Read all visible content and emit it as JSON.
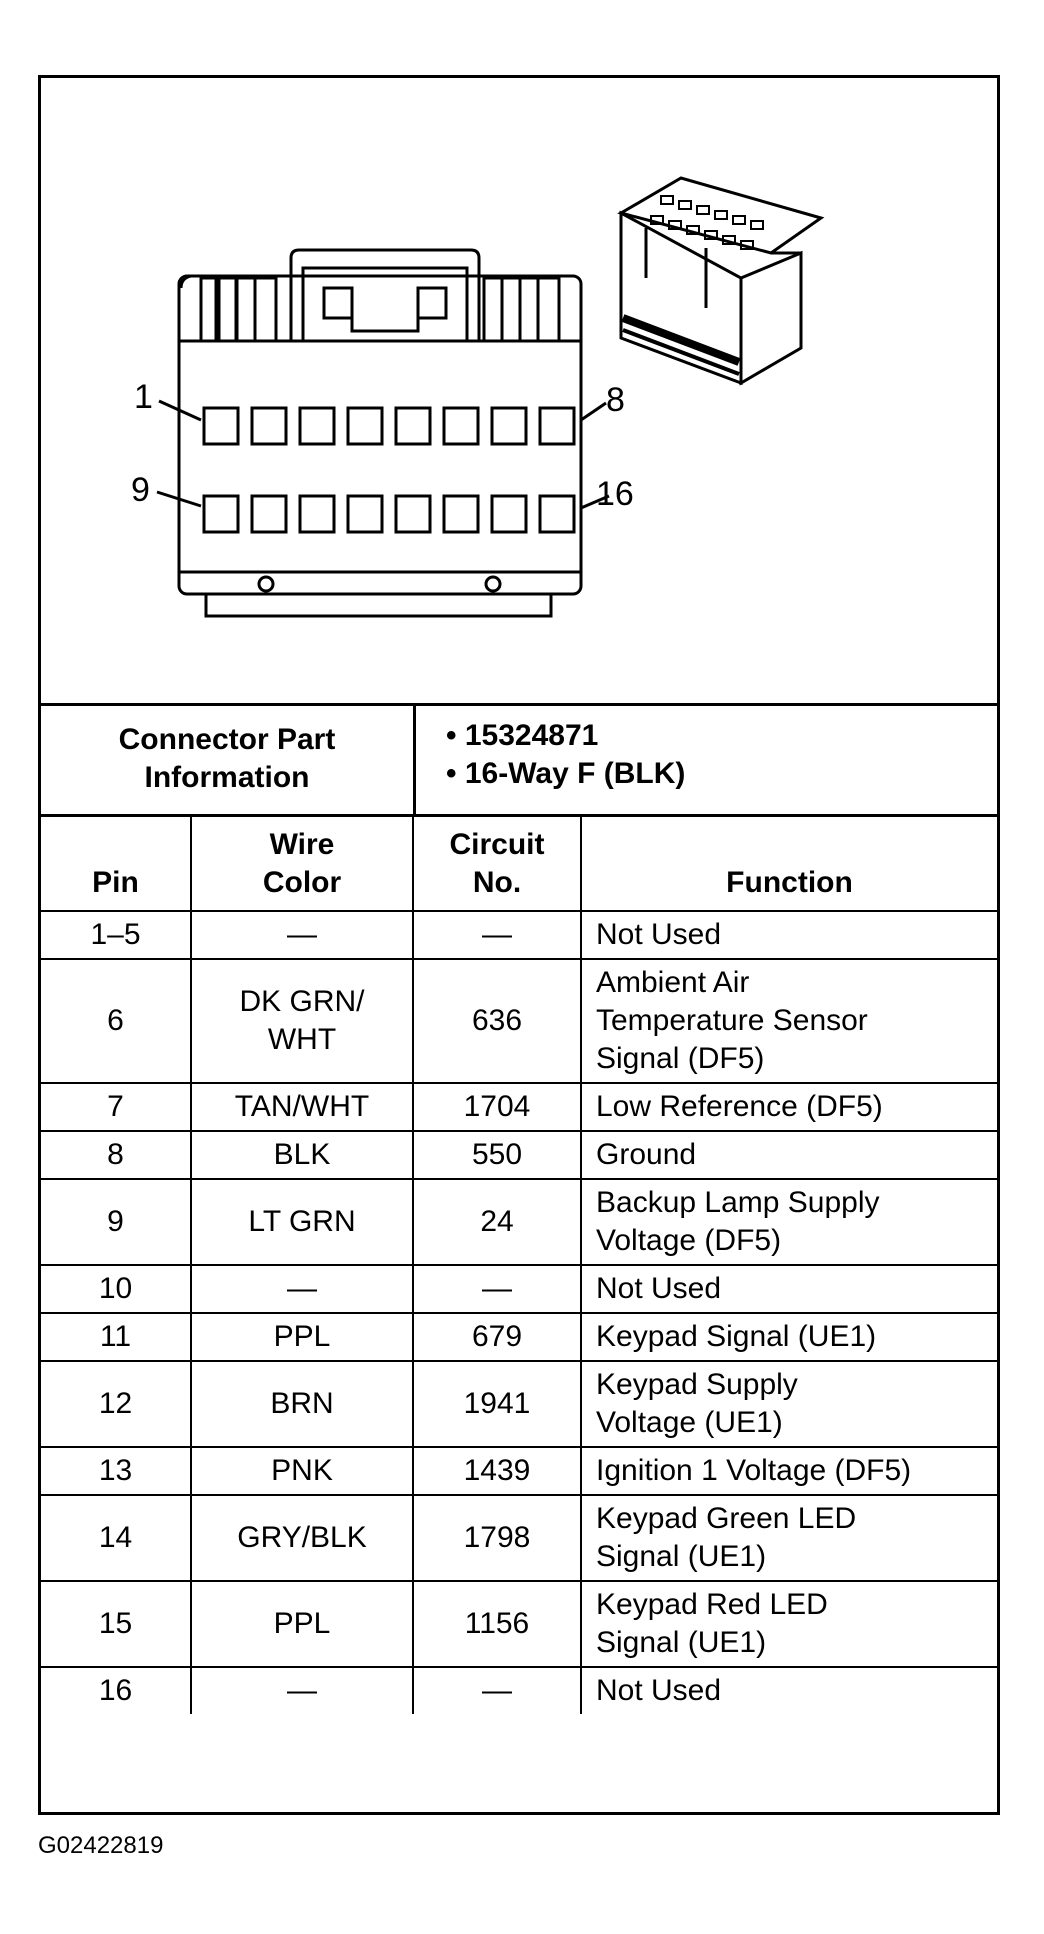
{
  "diagram": {
    "pin_labels": [
      "1",
      "8",
      "9",
      "16"
    ]
  },
  "connector_info": {
    "label_line1": "Connector Part",
    "label_line2": "Information",
    "items": [
      "• 15324871",
      "• 16-Way F (BLK)"
    ]
  },
  "table": {
    "headers": {
      "pin": "Pin",
      "wire_color_line1": "Wire",
      "wire_color_line2": "Color",
      "circuit_line1": "Circuit",
      "circuit_line2": "No.",
      "function": "Function"
    },
    "rows": [
      {
        "pin": "1–5",
        "color": "—",
        "circuit": "—",
        "function": [
          "Not Used"
        ]
      },
      {
        "pin": "6",
        "color": "DK GRN/ WHT",
        "circuit": "636",
        "function": [
          "Ambient Air",
          "Temperature Sensor",
          "Signal (DF5)"
        ]
      },
      {
        "pin": "7",
        "color": "TAN/WHT",
        "circuit": "1704",
        "function": [
          "Low Reference (DF5)"
        ]
      },
      {
        "pin": "8",
        "color": "BLK",
        "circuit": "550",
        "function": [
          "Ground"
        ]
      },
      {
        "pin": "9",
        "color": "LT GRN",
        "circuit": "24",
        "function": [
          "Backup Lamp Supply",
          "Voltage (DF5)"
        ]
      },
      {
        "pin": "10",
        "color": "—",
        "circuit": "—",
        "function": [
          "Not Used"
        ]
      },
      {
        "pin": "11",
        "color": "PPL",
        "circuit": "679",
        "function": [
          "Keypad Signal (UE1)"
        ]
      },
      {
        "pin": "12",
        "color": "BRN",
        "circuit": "1941",
        "function": [
          "Keypad Supply",
          "Voltage (UE1)"
        ]
      },
      {
        "pin": "13",
        "color": "PNK",
        "circuit": "1439",
        "function": [
          "Ignition 1 Voltage (DF5)"
        ]
      },
      {
        "pin": "14",
        "color": "GRY/BLK",
        "circuit": "1798",
        "function": [
          "Keypad Green LED",
          "Signal (UE1)"
        ]
      },
      {
        "pin": "15",
        "color": "PPL",
        "circuit": "1156",
        "function": [
          "Keypad Red LED",
          "Signal (UE1)"
        ]
      },
      {
        "pin": "16",
        "color": "—",
        "circuit": "—",
        "function": [
          "Not Used"
        ]
      }
    ]
  },
  "footer_code": "G02422819"
}
